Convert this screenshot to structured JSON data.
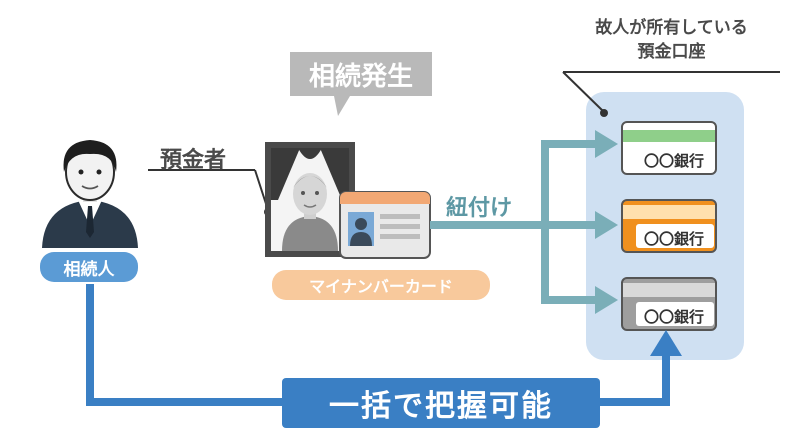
{
  "labels": {
    "event": "相続発生",
    "depositor": "預金者",
    "heir": "相続人",
    "my_number_card": "マイナンバーカード",
    "link": "紐付け",
    "accounts_line1": "故人が所有している",
    "accounts_line2": "預金口座",
    "grasp_all": "一括で把握可能"
  },
  "banks": [
    {
      "name": "〇〇銀行",
      "color": "#8fcf8a"
    },
    {
      "name": "〇〇銀行",
      "color": "#f0901e"
    },
    {
      "name": "〇〇銀行",
      "color": "#a3a3a3"
    }
  ],
  "colors": {
    "arrow_teal": "#7aaeb8",
    "arrow_blue": "#3a7fc4",
    "accounts_panel": "#cfe0f2",
    "card_pill": "#f8c99c",
    "heir_pill": "#5b9bd5",
    "bubble": "#b9b9b9"
  }
}
